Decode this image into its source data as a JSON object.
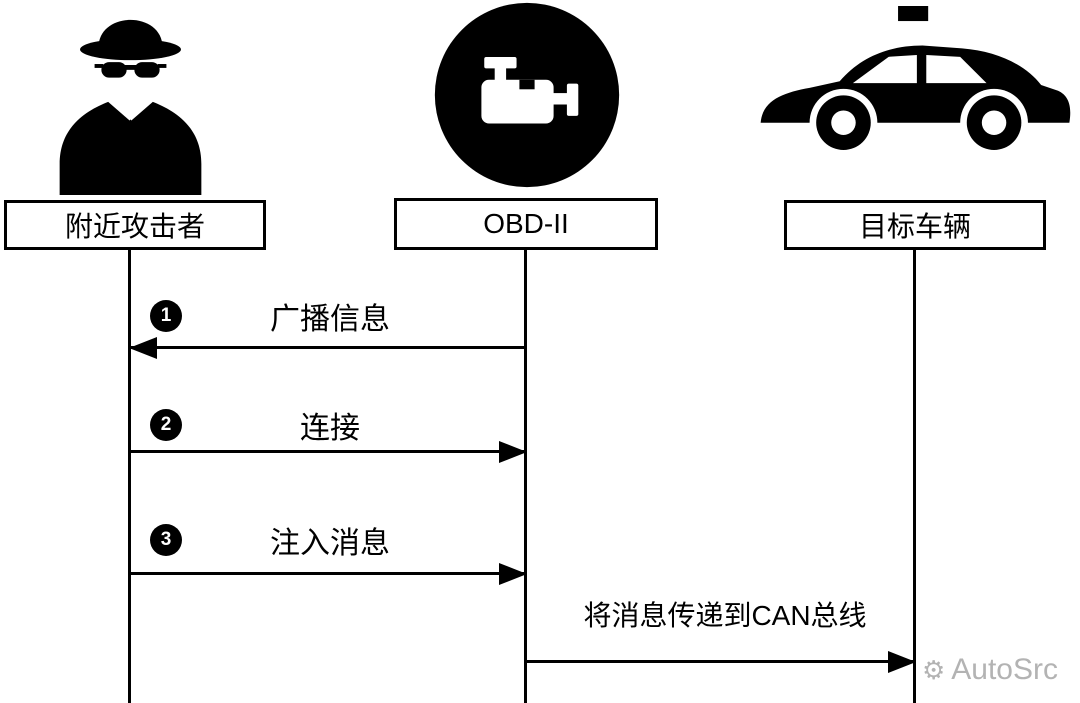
{
  "diagram": {
    "actors": [
      {
        "id": "attacker",
        "label": "附近攻击者",
        "icon": "spy-icon"
      },
      {
        "id": "obd",
        "label": "OBD-II",
        "icon": "engine-icon"
      },
      {
        "id": "vehicle",
        "label": "目标车辆",
        "icon": "car-icon"
      }
    ],
    "messages": [
      {
        "step": "1",
        "label": "广播信息",
        "from": "obd",
        "to": "attacker",
        "direction": "left"
      },
      {
        "step": "2",
        "label": "连接",
        "from": "attacker",
        "to": "obd",
        "direction": "right"
      },
      {
        "step": "3",
        "label": "注入消息",
        "from": "attacker",
        "to": "obd",
        "direction": "right"
      },
      {
        "step": "",
        "label": "将消息传递到CAN总线",
        "from": "obd",
        "to": "vehicle",
        "direction": "right"
      }
    ]
  },
  "watermark": {
    "icon_glyph": "⚙",
    "text": "AutoSrc"
  },
  "colors": {
    "line": "#000000",
    "background": "#ffffff",
    "watermark_text": "#b3b3b3"
  }
}
